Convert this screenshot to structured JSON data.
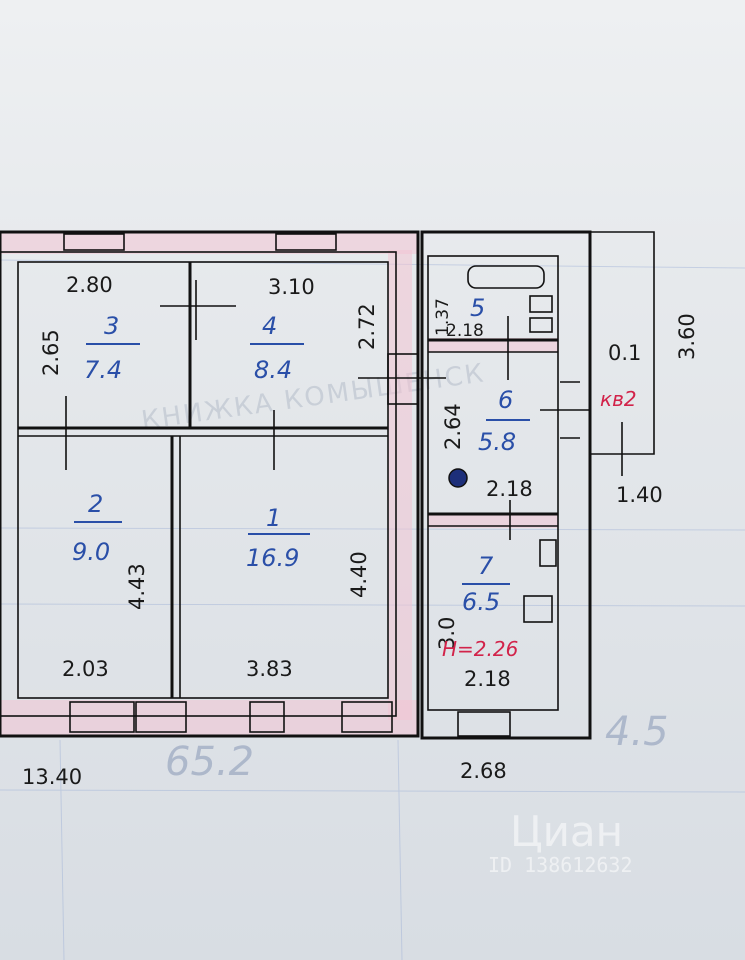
{
  "stamp_text": "КНИЖКА КОМЫШЕНСК",
  "apartment_label": "кв2",
  "pencil_note": "65.2",
  "pencil_note_right": "4.5",
  "watermark": {
    "brand": "Циан",
    "id": "ID 138612632"
  },
  "dimensions": {
    "top_room3": "2.80",
    "top_room4": "3.10",
    "left_room3": "2.65",
    "right_room4": "2.72",
    "room2_height": "4.43",
    "room1_height": "4.40",
    "bottom_room2": "2.03",
    "bottom_room1": "3.83",
    "total_width_left": "13.40",
    "bath_height": "1.37",
    "bath_width": "2.18",
    "corridor_height": "2.64",
    "corridor_width": "2.18",
    "kitchen_height": "3.0",
    "kitchen_width": "2.18",
    "ceiling_height": "H=2.26",
    "total_width_right": "2.68",
    "outer_height": "3.60",
    "porch_width": "1.40",
    "porch_label": "0.1"
  },
  "rooms": [
    {
      "number": "3",
      "area": "7.4"
    },
    {
      "number": "4",
      "area": "8.4"
    },
    {
      "number": "2",
      "area": "9.0"
    },
    {
      "number": "1",
      "area": "16.9"
    },
    {
      "number": "5",
      "area": ""
    },
    {
      "number": "6",
      "area": "5.8"
    },
    {
      "number": "7",
      "area": "6.5"
    }
  ]
}
